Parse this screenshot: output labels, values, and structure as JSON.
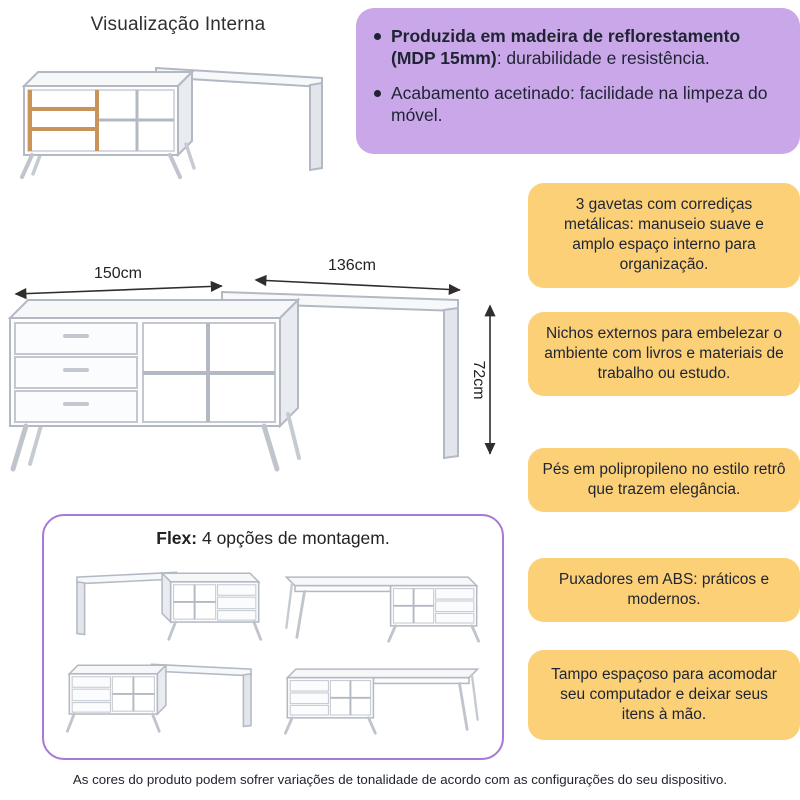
{
  "internal_view": {
    "title": "Visualização Interna"
  },
  "features_top": {
    "items": [
      {
        "bold": "Produzida em madeira de reflorestamento (MDP 15mm)",
        "rest": ": durabilidade e resistência."
      },
      {
        "bold": "",
        "rest": "Acabamento acetinado: facilidade na limpeza do móvel."
      }
    ]
  },
  "dimensions": {
    "width_left": "150cm",
    "width_right": "136cm",
    "height": "72cm"
  },
  "feature_cards": [
    {
      "text": "3 gavetas com corrediças metálicas: manuseio suave e amplo espaço interno para organização."
    },
    {
      "text": "Nichos externos para embelezar o ambiente com livros e materiais de trabalho ou estudo."
    },
    {
      "text": "Pés em polipropileno no estilo retrô que trazem elegância."
    },
    {
      "text": "Puxadores em ABS: práticos e modernos."
    },
    {
      "text": "Tampo espaçoso para acomodar seu computador e deixar seus itens à mão."
    }
  ],
  "flex_section": {
    "title_bold": "Flex:",
    "title_rest": " 4 opções de montagem."
  },
  "footer": {
    "disclaimer": "As cores do produto podem sofrer variações de tonalidade de acordo com as configurações do seu dispositivo."
  },
  "colors": {
    "purple_card": "#C9A7E8",
    "purple_border": "#A678D8",
    "yellow_card": "#FBD077",
    "text_dark": "#1F2433",
    "wood_accent": "#C9935A"
  }
}
